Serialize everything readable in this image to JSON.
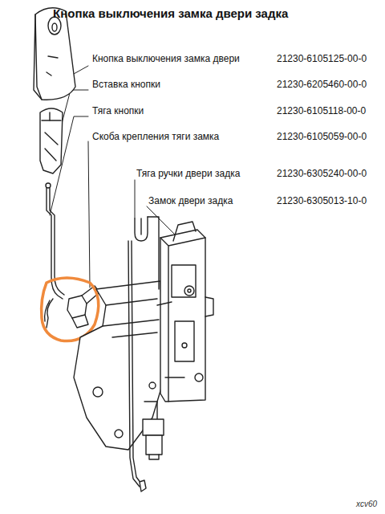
{
  "diagram": {
    "title": "Кнопка выключения замка двери задка",
    "labels": [
      "Кнопка выключения замка двери",
      "21230-6105125-00-0",
      "Вставка кнопки",
      "21230-6205460-00-0",
      "Тяга кнопки",
      "21230-6105118-00-0",
      "Скоба крепления тяги замка",
      "21230-6105059-00-0",
      "Тяга ручки двери задка",
      "21230-6305240-00-0",
      "Замок двери задка",
      "21230-6305013-10-0",
      "xcv60"
    ]
  }
}
